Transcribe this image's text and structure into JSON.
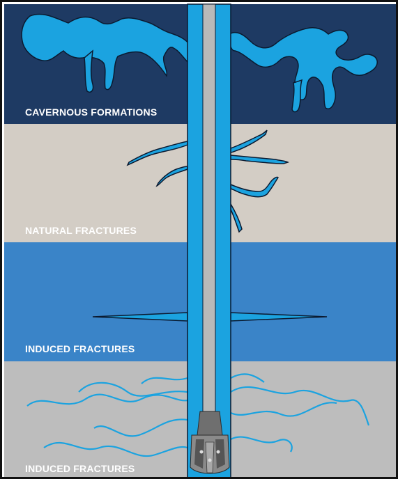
{
  "layers": {
    "cavernous": {
      "label": "CAVERNOUS FORMATIONS",
      "color": "#1e3a63"
    },
    "natural": {
      "label": "NATURAL FRACTURES",
      "color": "#d3cdc5"
    },
    "induced_blue": {
      "label": "INDUCED FRACTURES",
      "color": "#3a84c8"
    },
    "induced_gray": {
      "label": "INDUCED FRACTURES",
      "color": "#bdbdbd"
    }
  },
  "colors": {
    "fluid": "#1ba3e0",
    "outline": "#0b1a30",
    "pipe": "#b9b9b9",
    "bit": "#6f6f6f"
  },
  "icons": {
    "drill_bit": "drill-bit-icon"
  }
}
